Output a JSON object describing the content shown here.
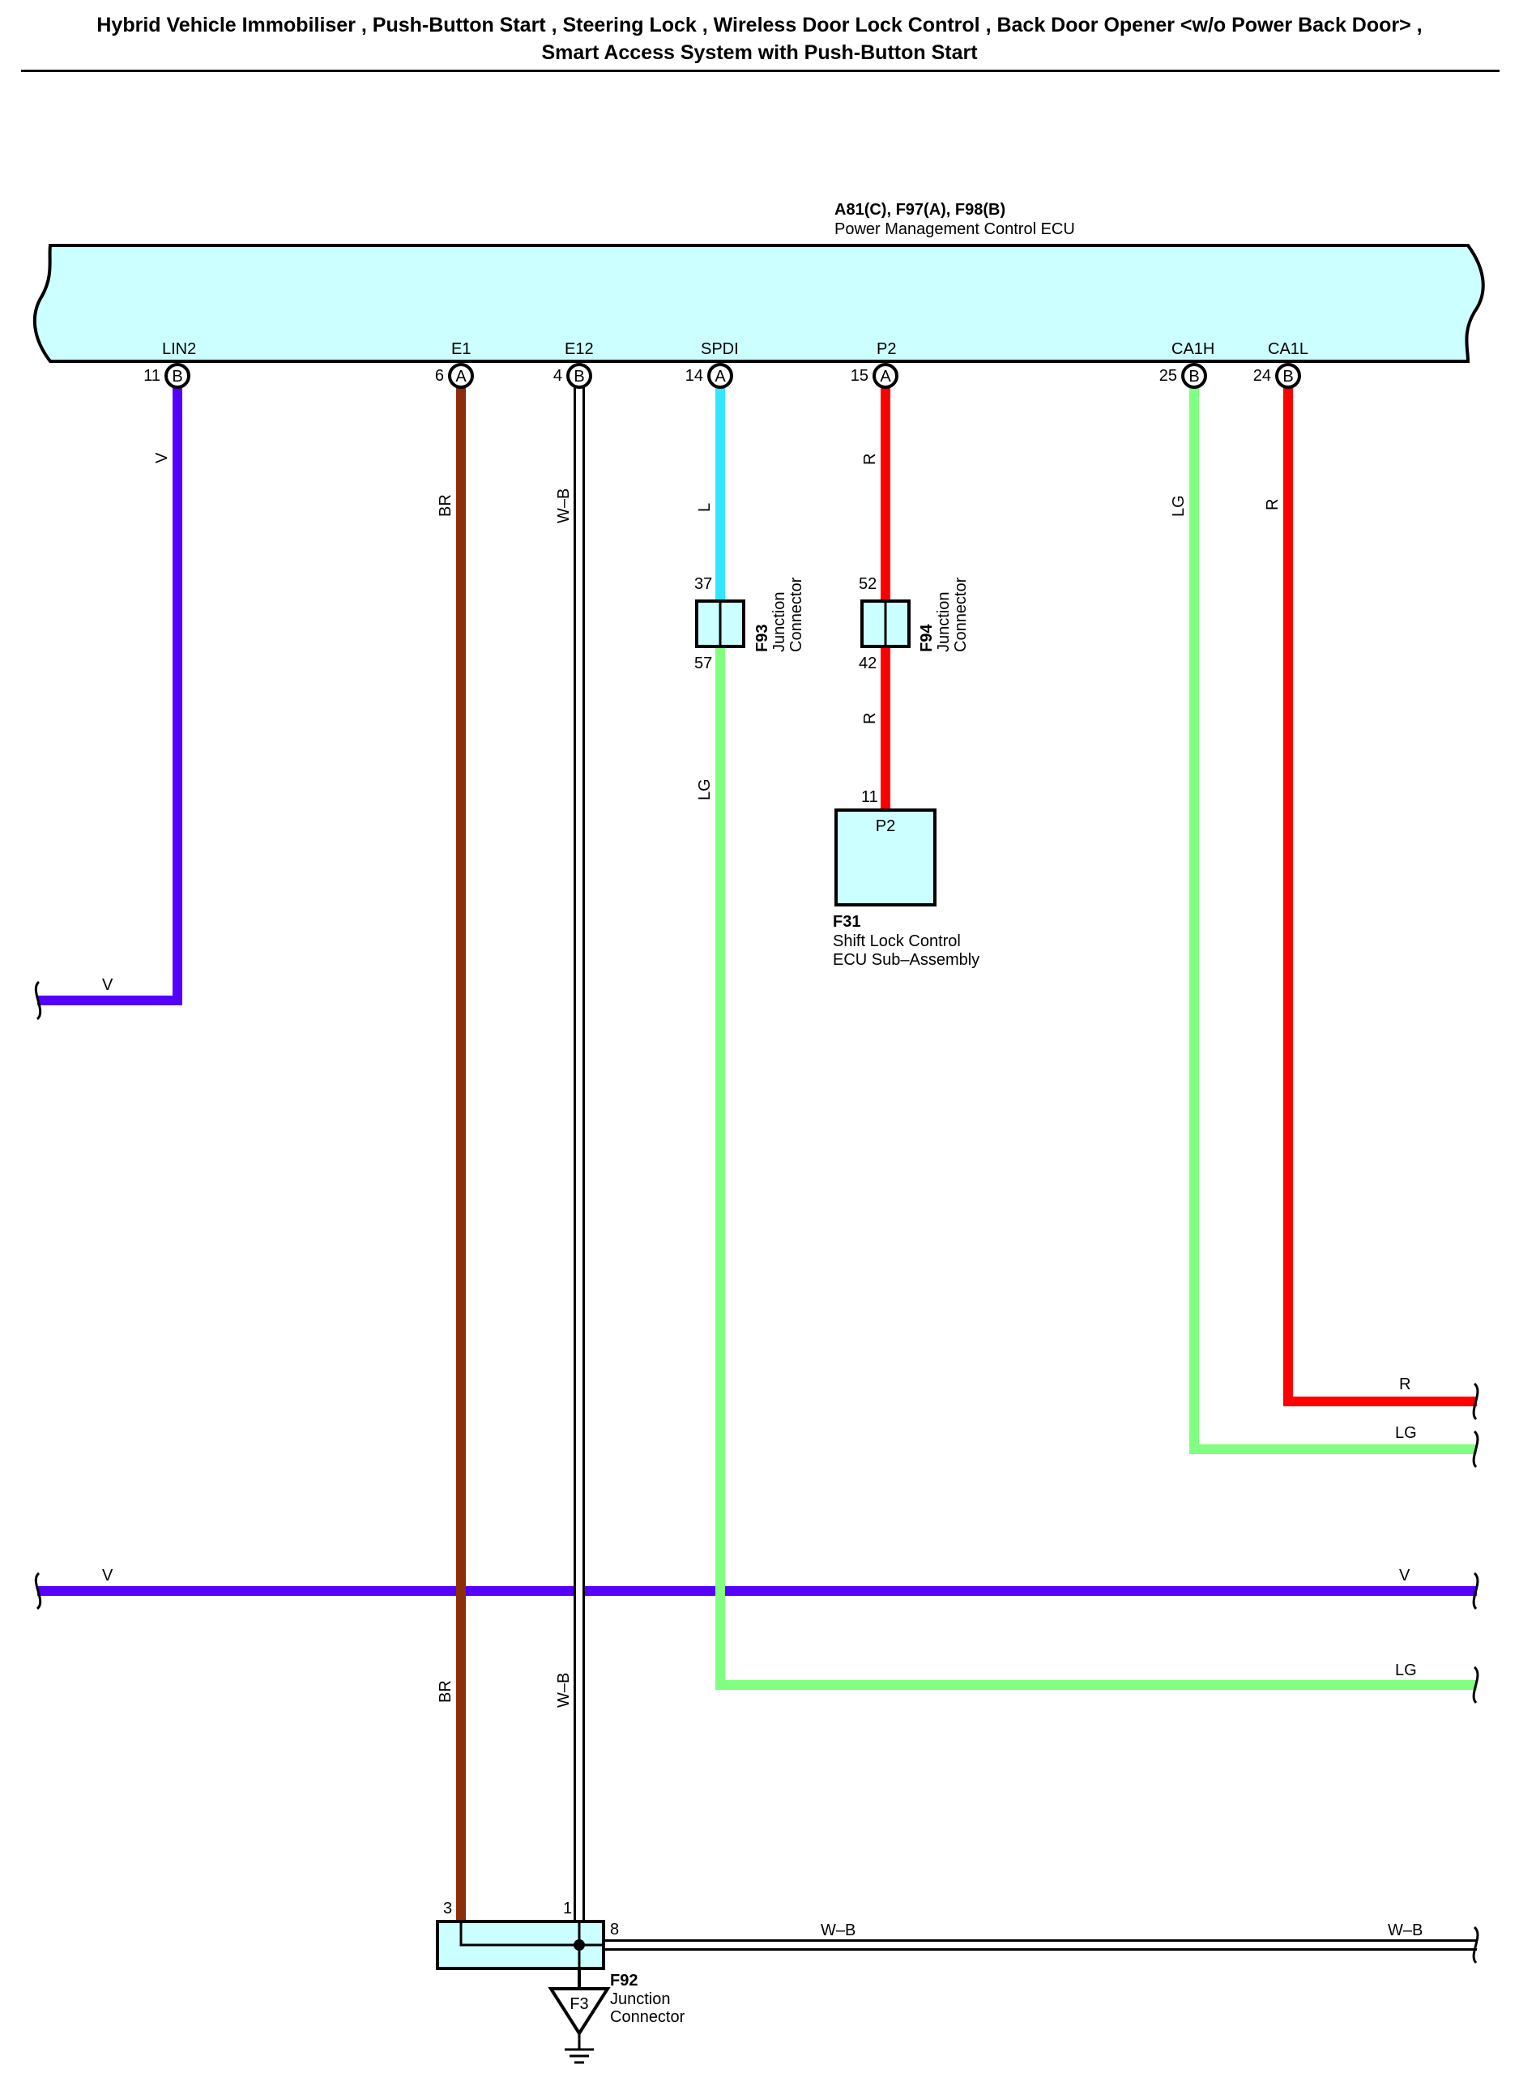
{
  "title": {
    "line1": "Hybrid Vehicle Immobiliser , Push-Button Start , Steering Lock , Wireless Door Lock Control , Back Door Opener <w/o Power Back Door> ,",
    "line2": "Smart Access System with Push-Button Start"
  },
  "colors": {
    "wire_V": "#5500ff",
    "wire_BR": "#8b2e0b",
    "wire_L": "#33e6ff",
    "wire_R": "#ff0000",
    "wire_LG": "#80ff80",
    "wire_WB": "#ffffff",
    "component_fill": "#ccffff"
  },
  "ecu": {
    "connectors": "A81(C), F97(A), F98(B)",
    "name": "Power Management Control ECU"
  },
  "pins": [
    {
      "name": "LIN2",
      "pin": "11",
      "connector": "B"
    },
    {
      "name": "E1",
      "pin": "6",
      "connector": "A"
    },
    {
      "name": "E12",
      "pin": "4",
      "connector": "B"
    },
    {
      "name": "SPDI",
      "pin": "14",
      "connector": "A"
    },
    {
      "name": "P2",
      "pin": "15",
      "connector": "A"
    },
    {
      "name": "CA1H",
      "pin": "25",
      "connector": "B"
    },
    {
      "name": "CA1L",
      "pin": "24",
      "connector": "B"
    }
  ],
  "wire_labels": {
    "lin2": "V",
    "e1": "BR",
    "e12": "W–B",
    "spdi_upper": "L",
    "spdi_lower": "LG",
    "p2_upper": "R",
    "p2_lower": "R",
    "ca1h": "LG",
    "ca1l": "R",
    "lin2_exit": "V",
    "ca1l_exit": "R",
    "ca1h_exit": "LG",
    "v_through_left": "V",
    "v_through_right": "V",
    "spdi_exit": "LG",
    "e1_lower": "BR",
    "e12_lower": "W–B",
    "f92_out_mid": "W–B",
    "f92_out_right": "W–B"
  },
  "f93": {
    "code": "F93",
    "line1": "Junction",
    "line2": "Connector",
    "pin_in": "37",
    "pin_out": "57"
  },
  "f94": {
    "code": "F94",
    "line1": "Junction",
    "line2": "Connector",
    "pin_in": "52",
    "pin_out": "42"
  },
  "f31": {
    "code": "F31",
    "line1": "Shift Lock Control",
    "line2": "ECU Sub–Assembly",
    "pin": "11",
    "terminal": "P2"
  },
  "f92": {
    "code": "F92",
    "line1": "Junction",
    "line2": "Connector",
    "pin_e1": "3",
    "pin_e12": "1",
    "pin_out": "8"
  },
  "ground": {
    "label": "F3"
  }
}
